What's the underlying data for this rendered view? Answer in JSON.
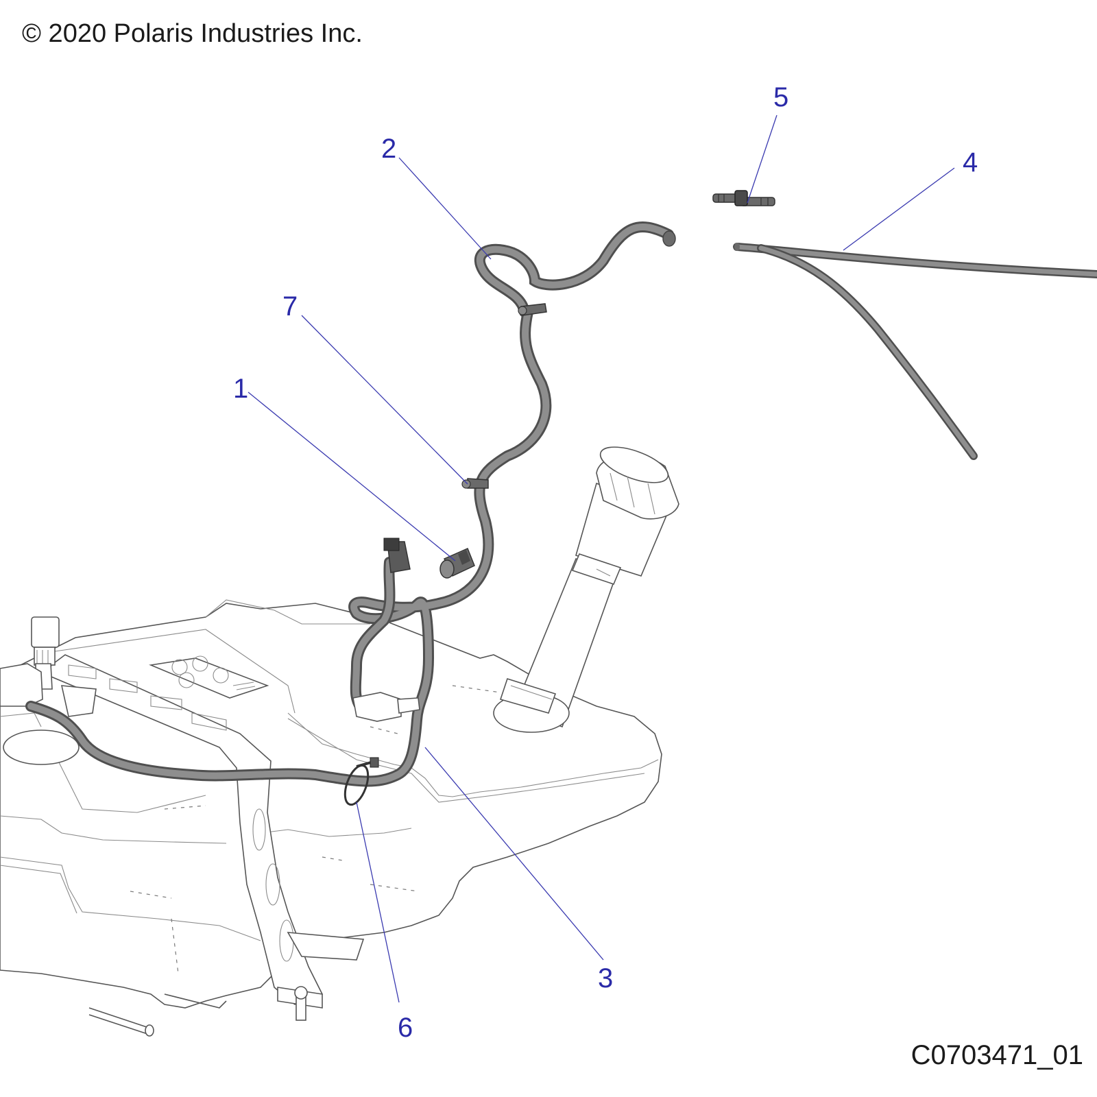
{
  "header": {
    "copyright": "© 2020 Polaris Industries Inc."
  },
  "footer": {
    "drawing_id": "C0703471_01"
  },
  "colors": {
    "callout": "#2a2aa8",
    "hose": "#5a5a5a",
    "outline": "#555555"
  },
  "callouts": [
    {
      "number": "1",
      "part": "cap"
    },
    {
      "number": "2",
      "part": "vent-hose-upper"
    },
    {
      "number": "3",
      "part": "vent-hose-lower"
    },
    {
      "number": "4",
      "part": "vent-line-long"
    },
    {
      "number": "5",
      "part": "hose-connector"
    },
    {
      "number": "6",
      "part": "cable-tie"
    },
    {
      "number": "7",
      "part": "hose-clamp"
    }
  ]
}
